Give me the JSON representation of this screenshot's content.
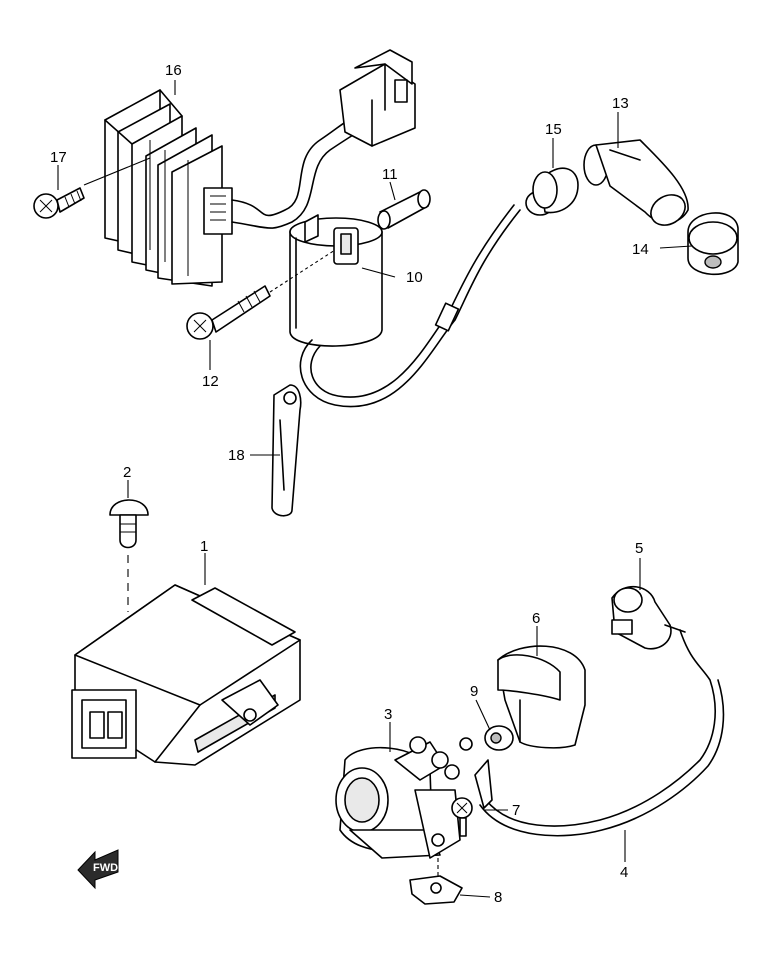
{
  "parts": [
    {
      "id": "1",
      "label": "1"
    },
    {
      "id": "2",
      "label": "2"
    },
    {
      "id": "3",
      "label": "3"
    },
    {
      "id": "4",
      "label": "4"
    },
    {
      "id": "5",
      "label": "5"
    },
    {
      "id": "6",
      "label": "6"
    },
    {
      "id": "7",
      "label": "7"
    },
    {
      "id": "8",
      "label": "8"
    },
    {
      "id": "9",
      "label": "9"
    },
    {
      "id": "10",
      "label": "10"
    },
    {
      "id": "11",
      "label": "11"
    },
    {
      "id": "12",
      "label": "12"
    },
    {
      "id": "13",
      "label": "13"
    },
    {
      "id": "14",
      "label": "14"
    },
    {
      "id": "15",
      "label": "15"
    },
    {
      "id": "16",
      "label": "16"
    },
    {
      "id": "17",
      "label": "17"
    },
    {
      "id": "18",
      "label": "18"
    }
  ],
  "direction_badge": {
    "text": "FWD"
  }
}
